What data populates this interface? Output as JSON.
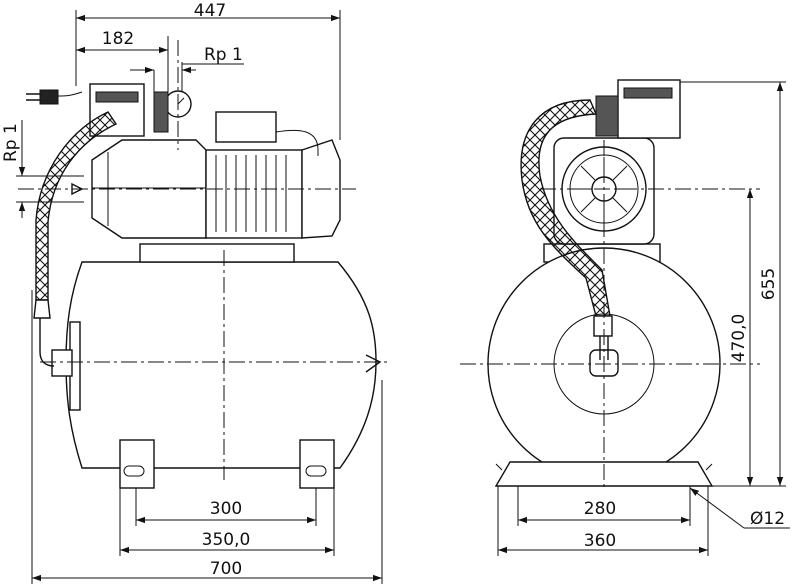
{
  "dimensions": {
    "total_height_side": "447",
    "pump_offset": "182",
    "outlet_thread": "Rp 1",
    "inlet_thread": "Rp 1",
    "foot_spacing_side": "300",
    "foot_width_side": "350,0",
    "tank_length": "700",
    "tank_center_height": "470,0",
    "total_height_front": "655",
    "foot_spacing_front": "280",
    "foot_width_front": "360",
    "mounting_hole": "Ø12"
  },
  "colors": {
    "line": "#111111",
    "background": "#ffffff"
  }
}
